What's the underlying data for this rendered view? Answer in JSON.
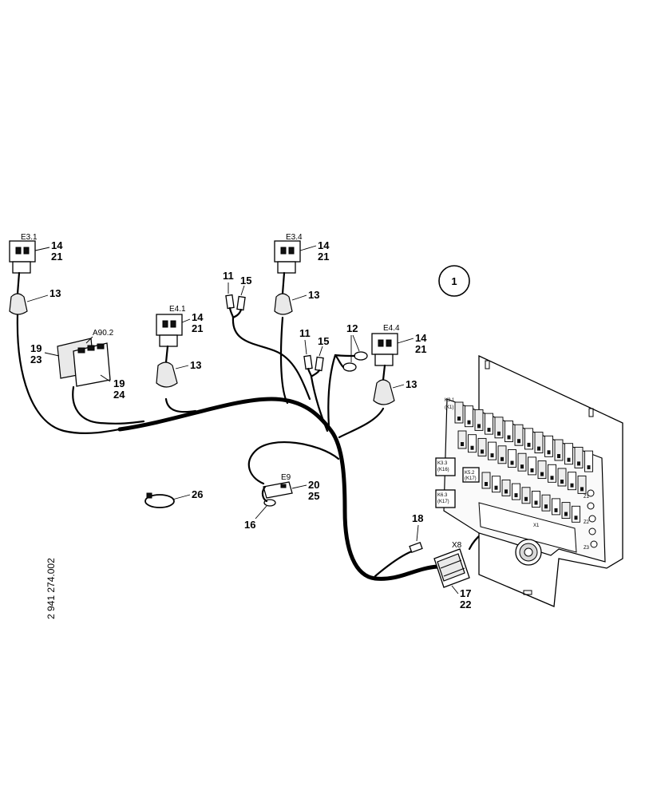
{
  "diagram": {
    "drawing_number": "2 941 274.002",
    "view_number": "1",
    "callouts": {
      "c13a": "13",
      "c14a": "14",
      "c21a": "21",
      "c13b": "13",
      "c14b": "14",
      "c21b": "21",
      "c11a": "11",
      "c15a": "15",
      "c13c": "13",
      "c14c": "14",
      "c21c": "21",
      "c19a": "19",
      "c23": "23",
      "c19b": "19",
      "c24": "24",
      "c11b": "11",
      "c15b": "15",
      "c12": "12",
      "c13d": "13",
      "c14d": "14",
      "c21d": "21",
      "c20": "20",
      "c25": "25",
      "c16": "16",
      "c26": "26",
      "c18": "18",
      "c17": "17",
      "c22": "22"
    },
    "refs": {
      "e31": "E3.1",
      "e34": "E3.4",
      "e41": "E4.1",
      "e44": "E4.4",
      "a902": "A90.2",
      "e9": "E9",
      "x8": "X8",
      "k31": "K3.1",
      "k1": "(K1)",
      "k33": "K3.3",
      "k16": "(K16)",
      "k52": "K5.2",
      "k17": "(K17)",
      "k63": "K6.3",
      "k17b": "(K17)",
      "x1": "X1",
      "z1": "Z1",
      "z2": "Z2",
      "z3": "Z3"
    }
  }
}
